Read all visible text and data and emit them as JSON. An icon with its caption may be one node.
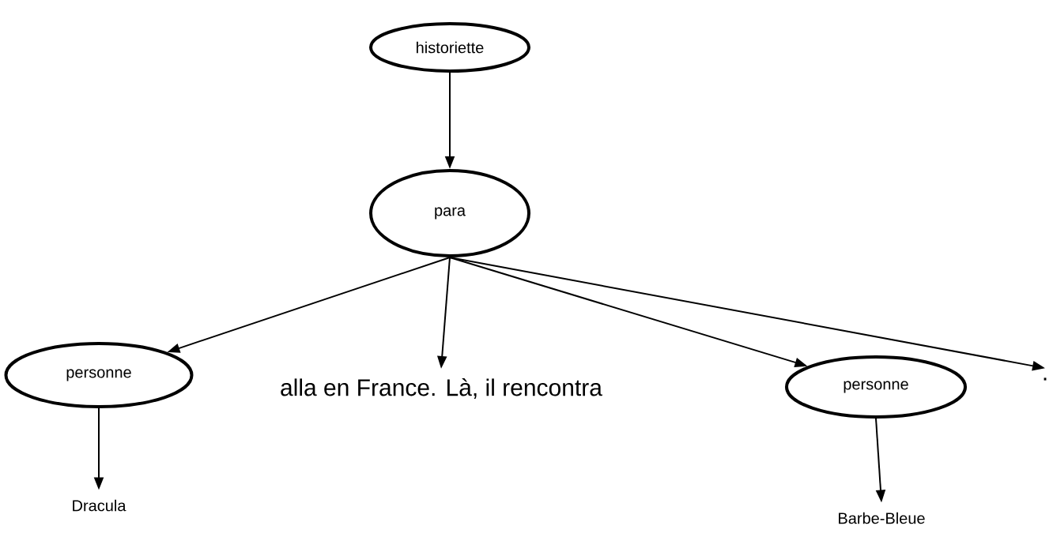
{
  "diagram": {
    "nodes": [
      {
        "text": [
          "historiette"
        ]
      },
      {
        "text": [
          "para"
        ]
      },
      {
        "text": [
          "personne"
        ]
      },
      {
        "text": [
          "alla en France. Là, il rencontra"
        ]
      },
      {
        "text": [
          "personne"
        ]
      },
      {
        "text": [
          "."
        ]
      },
      {
        "text": [
          "Dracula"
        ]
      },
      {
        "text": [
          "Barbe-Bleue"
        ]
      }
    ],
    "edges": [
      {
        "from": 0,
        "to": 1,
        "arrow": "to"
      },
      {
        "from": 1,
        "to": 2,
        "arrow": "to"
      },
      {
        "from": 1,
        "to": 3,
        "arrow": "to"
      },
      {
        "from": 1,
        "to": 4,
        "arrow": "to"
      },
      {
        "from": 1,
        "to": 5,
        "arrow": "to"
      },
      {
        "from": 2,
        "to": 6,
        "arrow": "to"
      },
      {
        "from": 4,
        "to": 7,
        "arrow": "to"
      }
    ]
  }
}
